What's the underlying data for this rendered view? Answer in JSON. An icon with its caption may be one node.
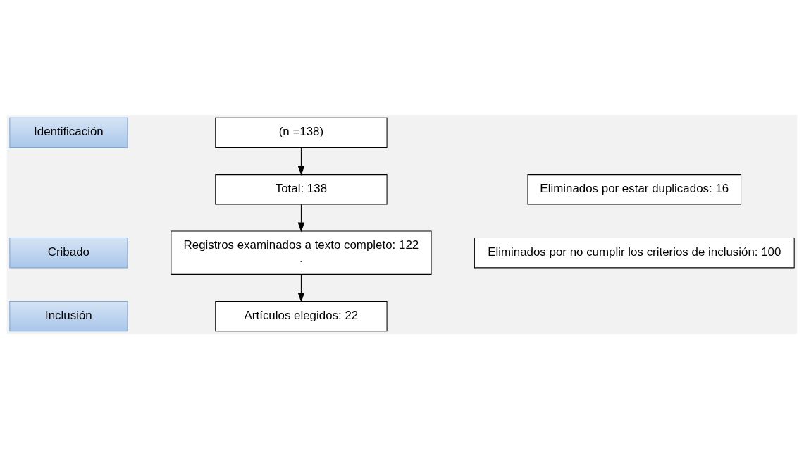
{
  "diagram": {
    "nodes": [
      {
        "text": [
          "Identificación"
        ]
      },
      {
        "text": [
          "(n =138)"
        ]
      },
      {
        "text": [
          "Eliminados por estar duplicados: 16"
        ]
      },
      {
        "text": [
          "Total: 138"
        ]
      },
      {
        "text": [
          "Cribado"
        ]
      },
      {
        "text": [
          "Registros examinados a texto completo: 122",
          "."
        ]
      },
      {
        "text": [
          "Eliminados por no cumplir los criterios de inclusión: 100"
        ]
      },
      {
        "text": [
          "Inclusión"
        ]
      },
      {
        "text": [
          "Artículos elegidos: 22"
        ]
      }
    ],
    "edges": [
      {
        "from": 1,
        "to": 3,
        "arrow": "to"
      },
      {
        "from": 3,
        "to": 5,
        "arrow": "to"
      },
      {
        "from": 5,
        "to": 8,
        "arrow": "to"
      }
    ]
  }
}
